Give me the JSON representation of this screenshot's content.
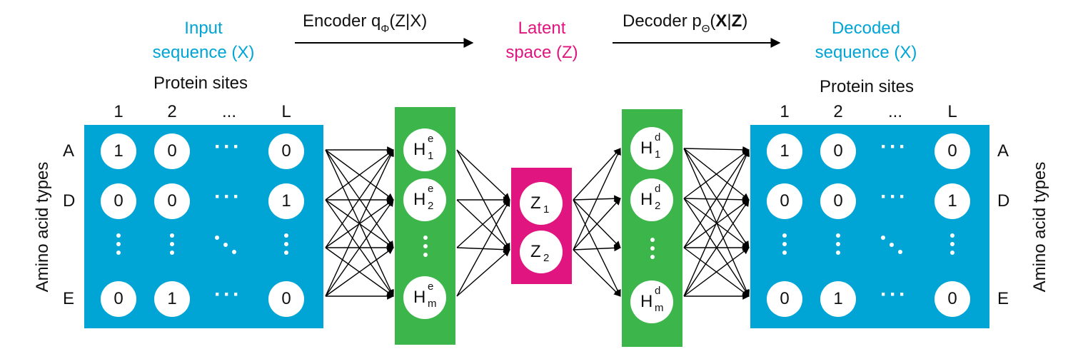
{
  "titles": {
    "input_line1": "Input",
    "input_line2": "sequence (X)",
    "latent_line1": "Latent",
    "latent_line2": "space (Z)",
    "decoded_line1": "Decoded",
    "decoded_line2": "sequence (X)"
  },
  "encoder": {
    "prefix": "Encoder q",
    "sub": "Φ",
    "args": "(Z|X)"
  },
  "decoder": {
    "prefix": "Decoder p",
    "sub": "Θ",
    "open": "(",
    "x": "X",
    "bar": "|",
    "z": "Z",
    "close": ")"
  },
  "axis": {
    "protein_sites": "Protein sites",
    "amino_acid_types": "Amino acid types",
    "site_labels": [
      "1",
      "2",
      "...",
      "L"
    ],
    "row_labels": [
      "A",
      "D",
      "E"
    ]
  },
  "matrix": {
    "row_A": [
      "1",
      "0",
      "0"
    ],
    "row_D": [
      "0",
      "0",
      "1"
    ],
    "row_E": [
      "0",
      "1",
      "0"
    ]
  },
  "encoder_nodes": {
    "base": "H",
    "sup": "e",
    "subs": [
      "1",
      "2",
      "m"
    ]
  },
  "latent_nodes": {
    "base": "Z",
    "subs": [
      "1",
      "2"
    ]
  },
  "decoder_nodes": {
    "base": "H",
    "sup": "d",
    "subs": [
      "1",
      "2",
      "m"
    ]
  },
  "colors": {
    "matrix": "#00a5d6",
    "hidden": "#3cb54a",
    "latent": "#e0157f"
  }
}
